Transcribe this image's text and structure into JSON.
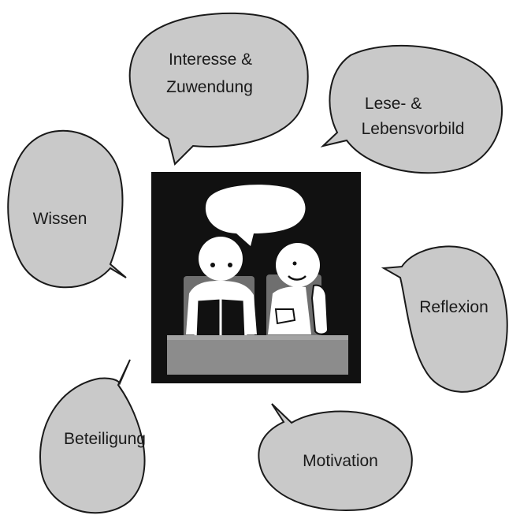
{
  "colors": {
    "bubble_fill": "#c9c9c9",
    "bubble_stroke": "#1a1a1a",
    "panel_bg": "#111111",
    "figure_fill": "#ffffff",
    "table_fill": "#8c8c8c"
  },
  "bubbles": {
    "interest": {
      "line1": "Interesse &",
      "line2": "Zuwendung"
    },
    "role_model": {
      "line1": "Lese- &",
      "line2": "Lebensvorbild"
    },
    "knowledge": {
      "label": "Wissen"
    },
    "reflection": {
      "label": "Reflexion"
    },
    "participation": {
      "label": "Beteiligung"
    },
    "motivation": {
      "label": "Motivation"
    }
  },
  "center_icon": {
    "name": "reading-together-pictogram"
  }
}
